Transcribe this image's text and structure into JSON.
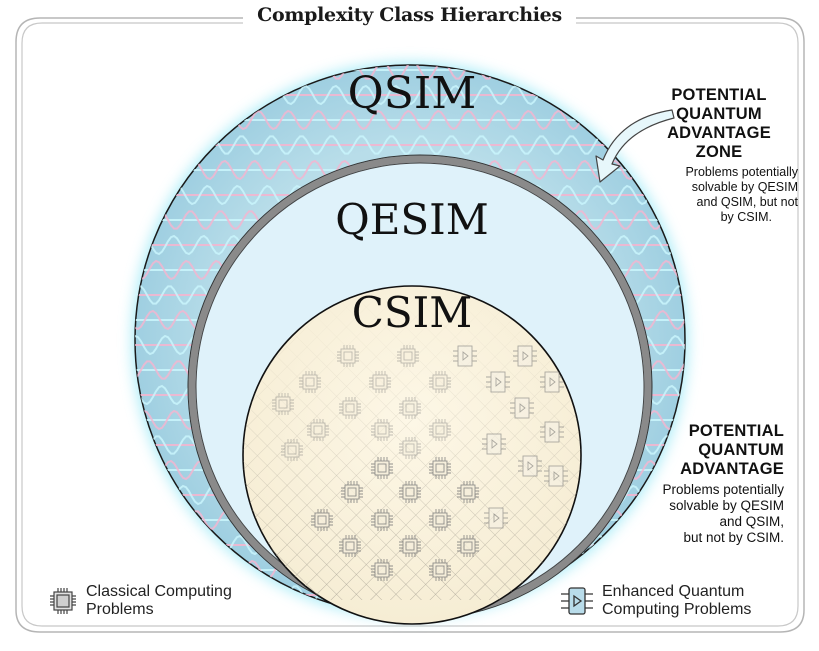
{
  "title": "Complexity Class Hierarchies",
  "circles": {
    "outer": {
      "label": "QSIM",
      "fill": "#a9d4e4",
      "glow": "#7fe3f2"
    },
    "middle": {
      "label": "QESIM",
      "fill": "#dff2fa",
      "ring": "#9a9a9a"
    },
    "inner": {
      "label": "CSIM",
      "fill": "#fbf4e2",
      "grid": "#9a9a9a"
    }
  },
  "annotations": [
    {
      "heading": [
        "POTENTIAL",
        "QUANTUM",
        "ADVANTAGE",
        "ZONE"
      ],
      "body": [
        "Problems potentially",
        "solvable by QESIM",
        "and QSIM, but not",
        "by CSIM."
      ]
    },
    {
      "heading": [
        "POTENTIAL",
        "QUANTUM",
        "ADVANTAGE"
      ],
      "body": [
        "Problems potentially",
        "solvable by QESIM",
        "and QSIM,",
        "but not by CSIM."
      ]
    }
  ],
  "legend": [
    {
      "icon": "cpu-chip-icon",
      "label": [
        "Classical Computing",
        "Problems"
      ]
    },
    {
      "icon": "quantum-gate-icon",
      "label": [
        "Enhanced Quantum",
        "Computing Problems"
      ]
    }
  ],
  "colors": {
    "wave_pink": "#f2b6d0",
    "wave_cyan": "#c9f4fb",
    "quantum_icon_fill": "#b9dcea",
    "frame": "#b5b5b5"
  }
}
